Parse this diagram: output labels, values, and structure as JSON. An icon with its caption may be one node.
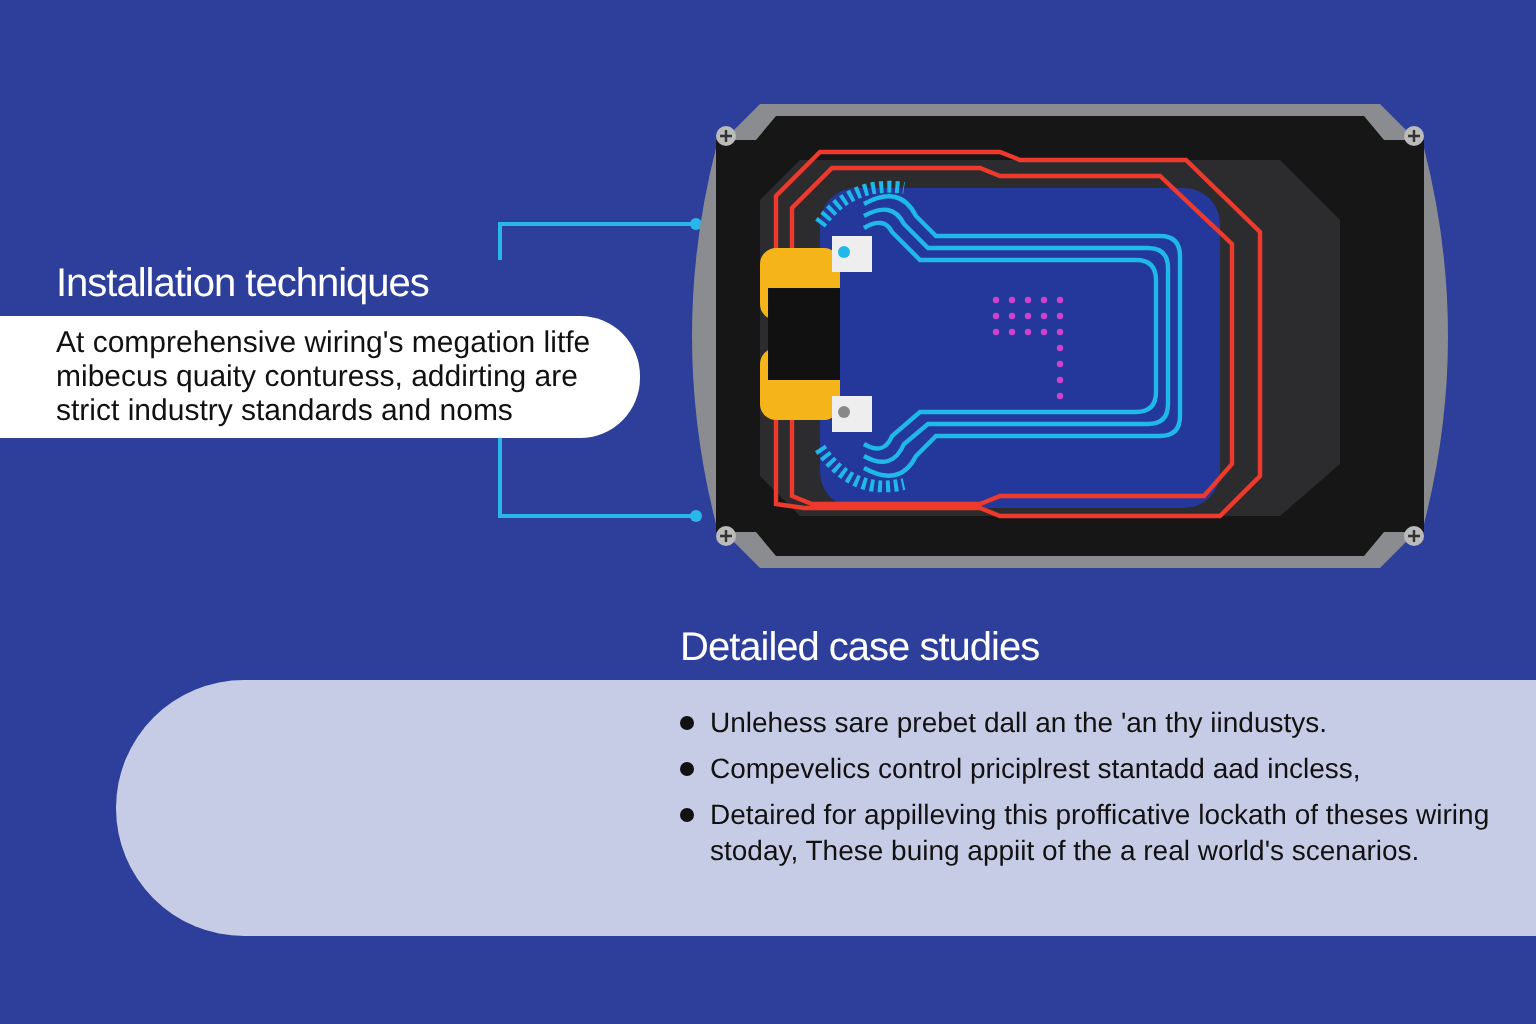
{
  "diagram": {
    "nodes": [
      {
        "text": [
          "Installation techniques",
          "At comprehensive wiring's megation litfe mibecus quaity conturess, addirting are strict industry standards and noms"
        ]
      },
      {
        "text": [],
        "shape": "picture"
      },
      {
        "text": [
          "Detailed case studies",
          "Unlehess sare prebet dall an the 'an thy iindustys.",
          "Compevelics control priciplrest stantadd aad incless,",
          "Detaired for appilleving this profficative lockath of theses wiring stoday, These buing appiit of the a real world's scenarios."
        ]
      }
    ],
    "edges": [
      {
        "from": 0,
        "to": 1,
        "arrow": "other",
        "color": "#29b6e8"
      },
      {
        "from": 0,
        "to": 1,
        "arrow": "other",
        "color": "#29b6e8"
      }
    ]
  }
}
